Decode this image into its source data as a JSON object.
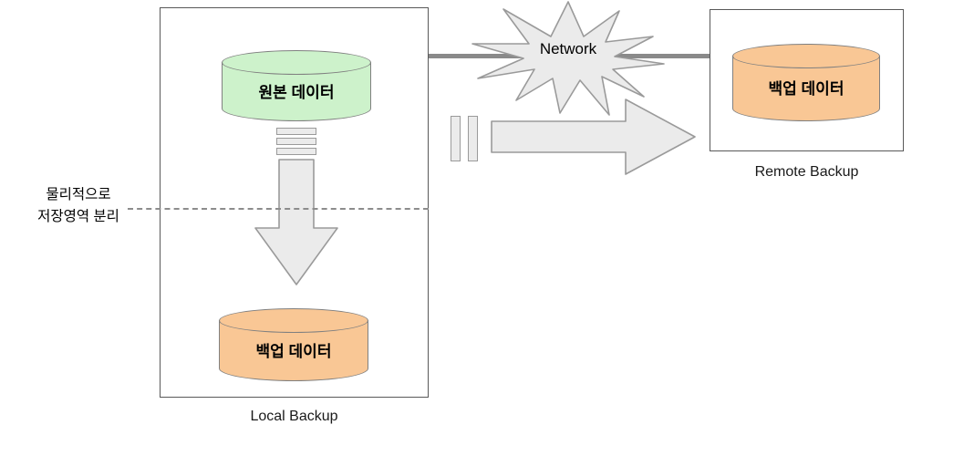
{
  "local": {
    "label": "Local Backup",
    "source_text": "원본 데이터",
    "backup_text": "백업 데이터"
  },
  "remote": {
    "label": "Remote Backup",
    "backup_text": "백업 데이터"
  },
  "network": {
    "label": "Network"
  },
  "note": {
    "line1": "물리적으로",
    "line2": "저장영역 분리"
  },
  "colors": {
    "source_fill": "#cdf2cb",
    "backup_fill": "#f9c795",
    "shape_fill": "#ebebeb",
    "shape_stroke": "#9a9a9a",
    "line_gray": "#8a8a8a"
  }
}
